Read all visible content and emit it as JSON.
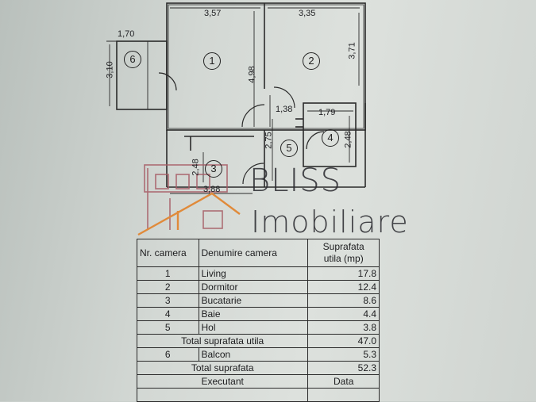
{
  "plan": {
    "dimensions": [
      "3,57",
      "3,35",
      "1,70",
      "3,10",
      "4,98",
      "3,71",
      "1,38",
      "1,79",
      "2,75",
      "2,48",
      "2,48",
      "3,88"
    ],
    "room_numbers": [
      "1",
      "2",
      "3",
      "4",
      "5",
      "6"
    ]
  },
  "logo": {
    "line1": "BLISS",
    "line2": "Imobiliare"
  },
  "table": {
    "headers": {
      "nr": "Nr. camera",
      "name": "Denumire camera",
      "area_line1": "Suprafata",
      "area_line2": "utila (mp)"
    },
    "rows": [
      {
        "nr": "1",
        "name": "Living",
        "area": "17.8"
      },
      {
        "nr": "2",
        "name": "Dormitor",
        "area": "12.4"
      },
      {
        "nr": "3",
        "name": "Bucatarie",
        "area": "8.6"
      },
      {
        "nr": "4",
        "name": "Baie",
        "area": "4.4"
      },
      {
        "nr": "5",
        "name": "Hol",
        "area": "3.8"
      }
    ],
    "total_utila": {
      "label": "Total suprafata utila",
      "value": "47.0"
    },
    "balcon": {
      "nr": "6",
      "name": "Balcon",
      "area": "5.3"
    },
    "total": {
      "label": "Total suprafata",
      "value": "52.3"
    },
    "executant": {
      "label": "Executant",
      "date_label": "Data"
    }
  }
}
